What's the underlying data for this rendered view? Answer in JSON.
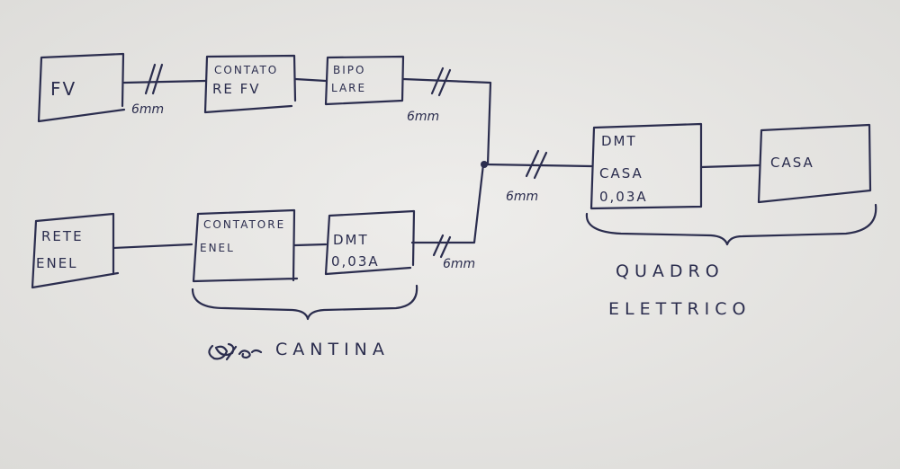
{
  "diagram": {
    "nodes": {
      "fv": {
        "label": "FV"
      },
      "contatore_fv": {
        "line1": "CONTATO",
        "line2": "RE  FV"
      },
      "bipolare": {
        "line1": "BIPO",
        "line2": "LARE"
      },
      "rete_enel": {
        "line1": "RETE",
        "line2": "ENEL"
      },
      "contatore_enel": {
        "line1": "CONTATORE",
        "line2": "ENEL"
      },
      "dmt_cantina": {
        "line1": "DMT",
        "line2": "0,03A"
      },
      "dmt_casa": {
        "line1": "DMT",
        "line2": "CASA",
        "line3": "0,03A"
      },
      "casa": {
        "label": "CASA"
      }
    },
    "cable_labels": {
      "fv_to_contatore": "6mm",
      "bipolare_out": "6mm",
      "to_dmt_casa": "6mm",
      "dmt_cantina_out": "6mm"
    },
    "groups": {
      "cantina": {
        "label": "CANTINA"
      },
      "quadro": {
        "line1": "QUADRO",
        "line2": "ELETTRICO"
      }
    },
    "colors": {
      "paper": "#e8e7e4",
      "ink": "#2b2d4e"
    }
  }
}
